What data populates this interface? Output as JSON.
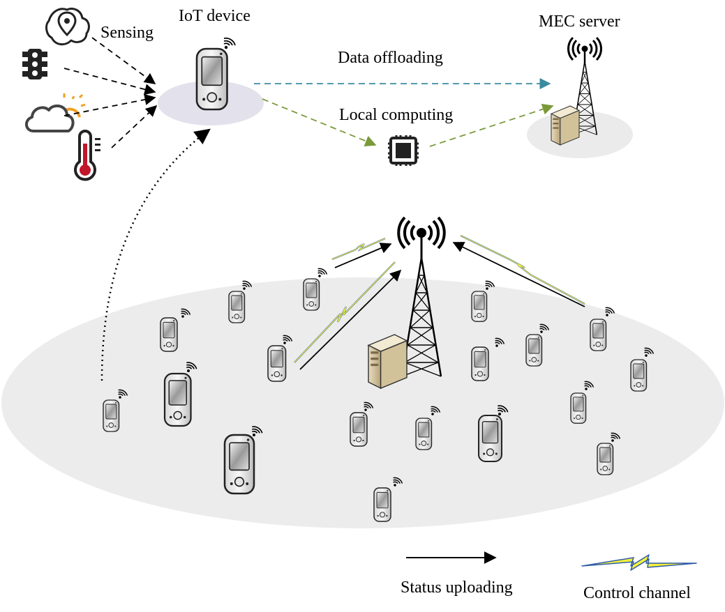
{
  "labels": {
    "sensing": "Sensing",
    "iot_device": "IoT device",
    "mec_server": "MEC server",
    "data_offloading": "Data offloading",
    "local_computing": "Local computing"
  },
  "legend": {
    "status_uploading": "Status uploading",
    "control_channel": "Control channel"
  },
  "icons": {
    "sensors": [
      "map-pin-icon",
      "traffic-light-icon",
      "weather-cloud-sun-icon",
      "thermometer-icon"
    ],
    "processor": "cpu-chip-icon",
    "device": "iot-phone-icon",
    "tower": "base-station-tower-icon",
    "server": "edge-server-icon"
  },
  "colors": {
    "data_offloading_arrow": "#3b8aa0",
    "local_computing_arrow": "#7a9a3a",
    "status_uploading_arrow": "#000000",
    "control_channel_bolt": "#f5f23a",
    "control_channel_edge": "#2f5aa8",
    "coverage_area": "#ececec",
    "thermometer_red": "#c0172b"
  }
}
